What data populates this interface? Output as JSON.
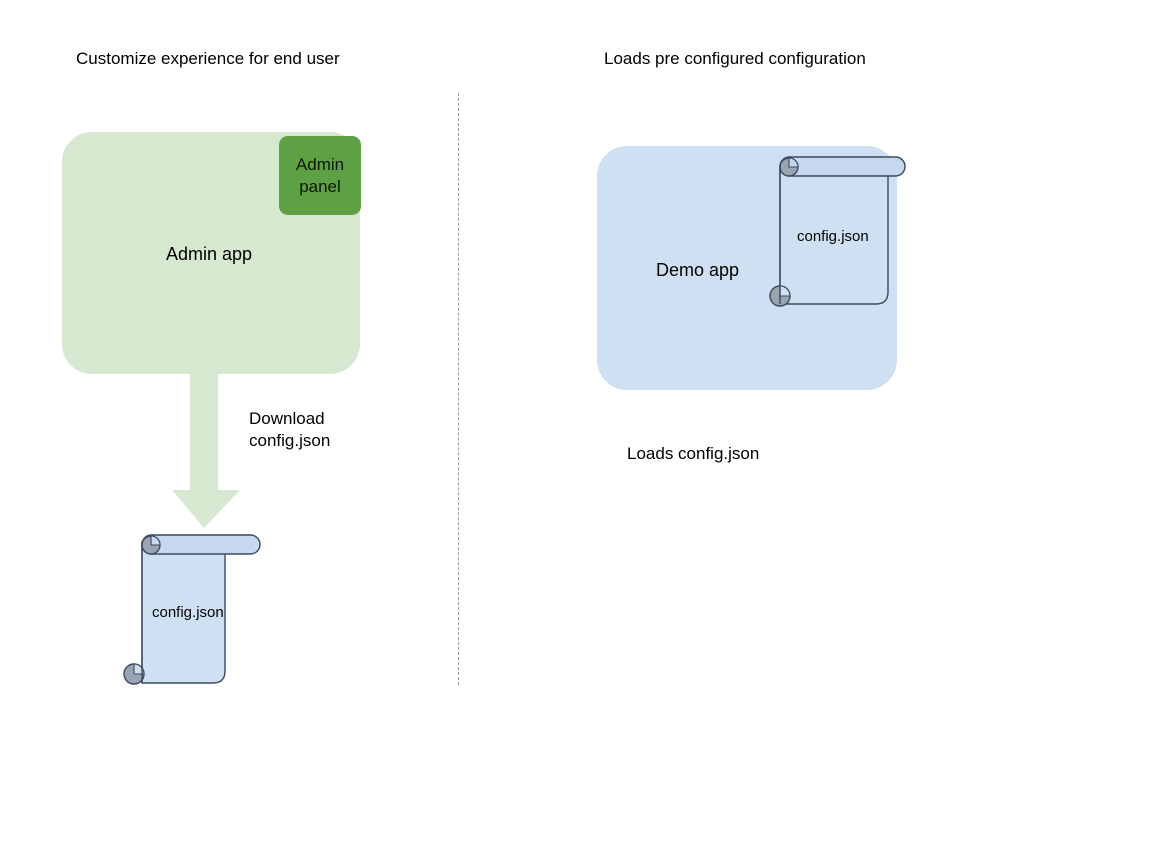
{
  "diagram": {
    "type": "flow-diagram",
    "background_color": "#ffffff",
    "panels": [
      {
        "id": "left",
        "title": "Customize experience for end user"
      },
      {
        "id": "right",
        "title": "Loads pre configured configuration"
      }
    ],
    "divider": {
      "style": "dashed-vertical",
      "color": "#9a9a9a"
    }
  },
  "left_panel": {
    "title": "Customize experience for end user",
    "app_box": {
      "label": "Admin app",
      "fill": "#d6e8d0"
    },
    "admin_panel_chip": {
      "line1": "Admin",
      "line2": "panel",
      "fill": "#5ea044",
      "text_color": "#0a1a06"
    },
    "arrow": {
      "label_line1": "Download",
      "label_line2": "config.json",
      "color": "#d6e8d0",
      "direction": "down"
    },
    "document": {
      "label": "config.json",
      "fill": "#cfe0f3",
      "stroke": "#3b4a5e",
      "roll_fill": "#bdd3ea",
      "knob_fill": "#9aa5b1"
    }
  },
  "right_panel": {
    "title": "Loads pre configured configuration",
    "app_box": {
      "label": "Demo app",
      "fill": "#cfe0f3"
    },
    "document": {
      "label": "config.json",
      "fill": "#cfe0f3",
      "stroke": "#3b4a5e",
      "roll_fill": "#c6d8ee",
      "knob_fill": "#9aa5b1"
    },
    "caption": "Loads config.json"
  }
}
